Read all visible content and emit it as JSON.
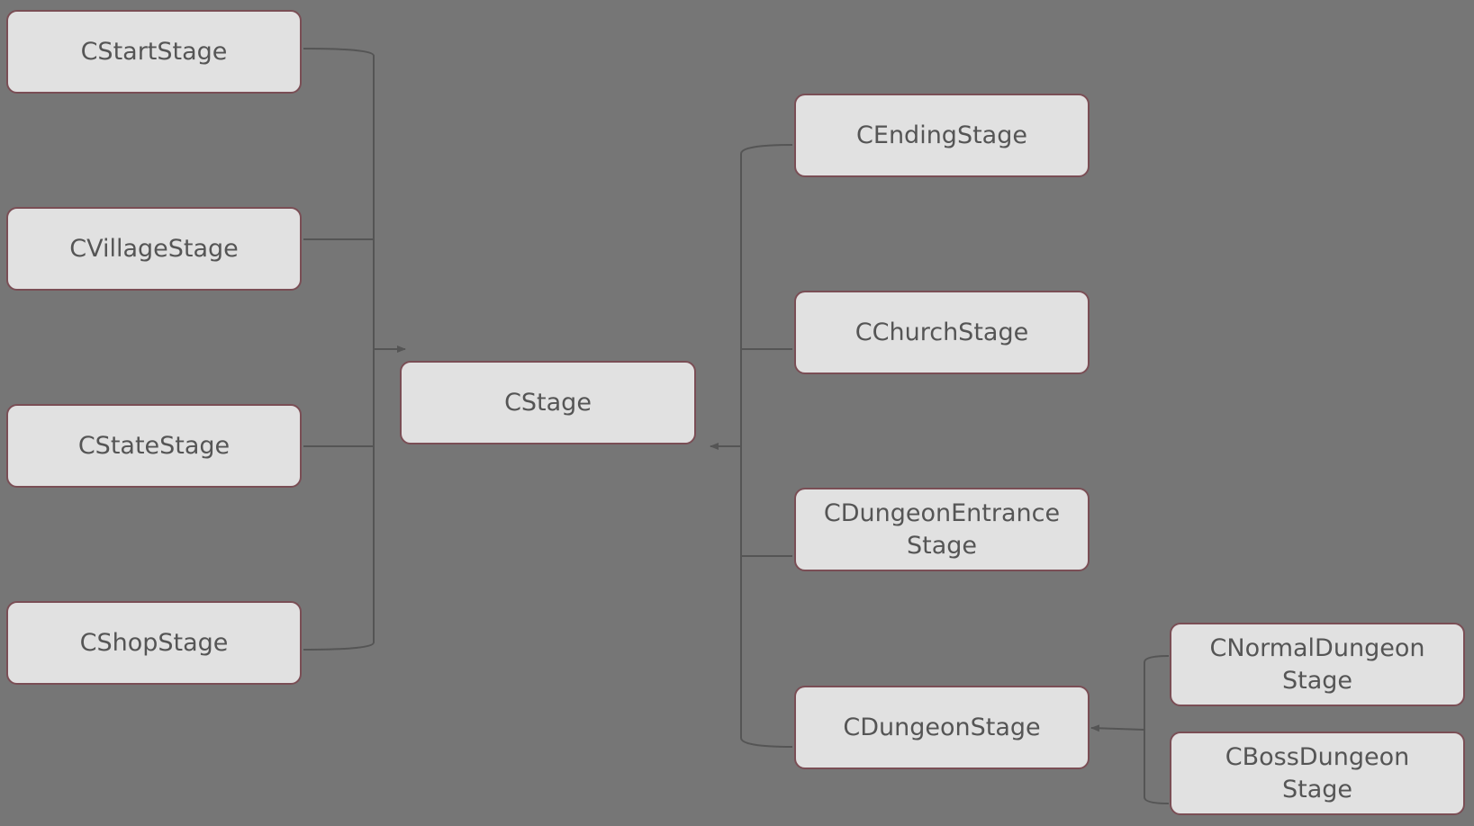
{
  "colors": {
    "background": "#767676",
    "node_fill": "#e1e1e1",
    "node_border": "#7a4e55",
    "node_text": "#555555",
    "connector": "#555555"
  },
  "nodes": {
    "start": "CStartStage",
    "village": "CVillageStage",
    "state": "CStateStage",
    "shop": "CShopStage",
    "stage": "CStage",
    "ending": "CEndingStage",
    "church": "CChurchStage",
    "entrance": {
      "line1": "CDungeonEntrance",
      "line2": "Stage"
    },
    "dungeon": "CDungeonStage",
    "normal": {
      "line1": "CNormalDungeon",
      "line2": "Stage"
    },
    "boss": {
      "line1": "CBossDungeon",
      "line2": "Stage"
    }
  },
  "edges": [
    {
      "from": "start",
      "to": "stage"
    },
    {
      "from": "village",
      "to": "stage"
    },
    {
      "from": "state",
      "to": "stage"
    },
    {
      "from": "shop",
      "to": "stage"
    },
    {
      "from": "ending",
      "to": "stage"
    },
    {
      "from": "church",
      "to": "stage"
    },
    {
      "from": "entrance",
      "to": "stage"
    },
    {
      "from": "dungeon",
      "to": "stage"
    },
    {
      "from": "normal",
      "to": "dungeon"
    },
    {
      "from": "boss",
      "to": "dungeon"
    }
  ]
}
